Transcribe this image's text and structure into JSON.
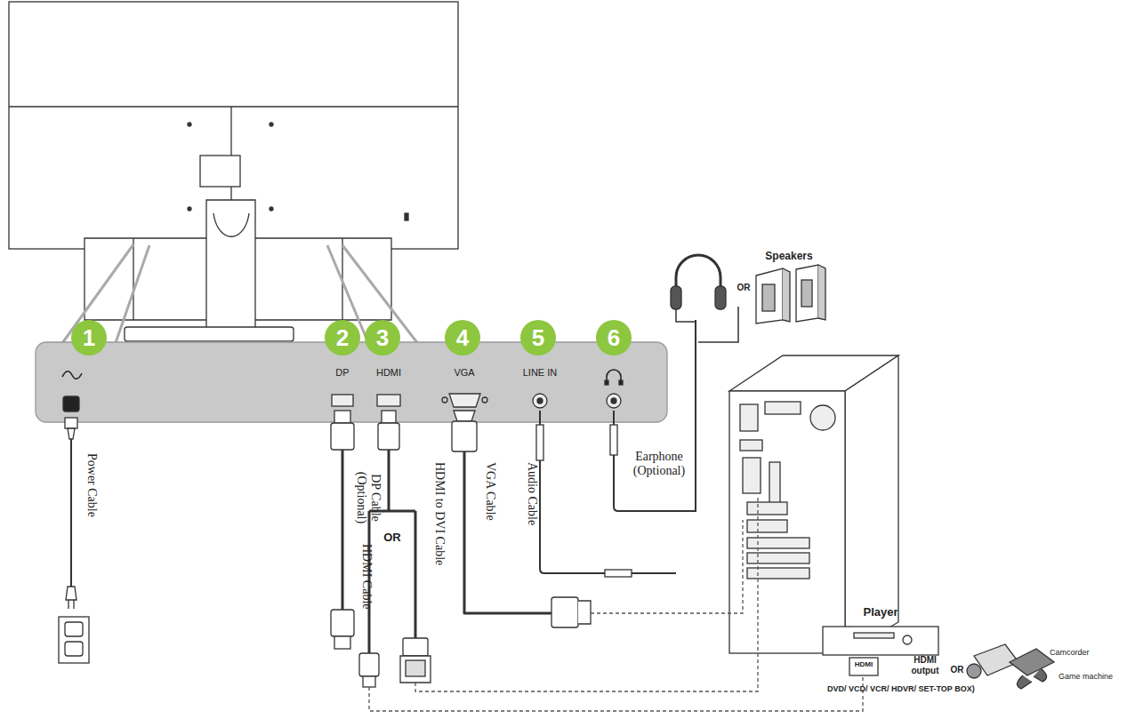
{
  "diagram": {
    "nodes": [
      {
        "text": [
          "1"
        ]
      },
      {
        "text": [
          "2"
        ]
      },
      {
        "text": [
          "3"
        ]
      },
      {
        "text": [
          "4"
        ]
      },
      {
        "text": [
          "5"
        ]
      },
      {
        "text": [
          "6"
        ]
      }
    ],
    "labels": [
      "DP",
      "HDMI",
      "VGA",
      "LINE IN",
      "Power Cable",
      "DP Cable (Optional)",
      "HDMI Cable",
      "OR",
      "HDMI to DVI Cable",
      "VGA Cable",
      "Audio Cable",
      "Earphone (Optional)",
      "Speakers",
      "OR",
      "Player",
      "HDMI",
      "HDMI output",
      "OR",
      "Camcorder",
      "Game machine",
      "DVD/ VCD/ VCR/ HDVR/ SET-TOP BOX)"
    ]
  }
}
